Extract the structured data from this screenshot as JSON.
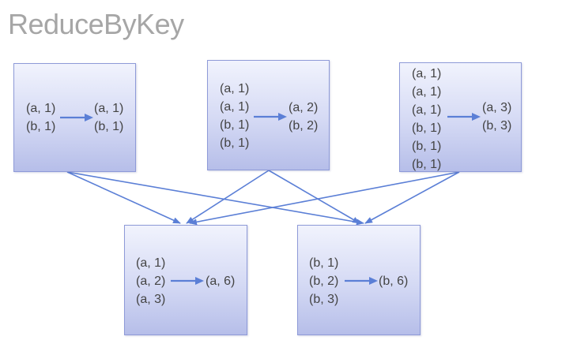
{
  "title": "ReduceByKey",
  "colors": {
    "arrow": "#5b7fd6",
    "title": "#a6a6a6",
    "text": "#444444"
  },
  "partitions": [
    {
      "input": [
        "(a, 1)",
        "(b, 1)"
      ],
      "output": [
        "(a, 1)",
        "(b, 1)"
      ]
    },
    {
      "input": [
        "(a, 1)",
        "(a, 1)",
        "(b, 1)",
        "(b, 1)"
      ],
      "output": [
        "(a, 2)",
        "(b, 2)"
      ]
    },
    {
      "input": [
        "(a, 1)",
        "(a, 1)",
        "(a, 1)",
        "(b, 1)",
        "(b, 1)",
        "(b, 1)"
      ],
      "output": [
        "(a, 3)",
        "(b, 3)"
      ]
    }
  ],
  "reducers": [
    {
      "input": [
        "(a, 1)",
        "(a, 2)",
        "(a, 3)"
      ],
      "output": [
        "(a, 6)"
      ]
    },
    {
      "input": [
        "(b, 1)",
        "(b, 2)",
        "(b, 3)"
      ],
      "output": [
        "(b, 6)"
      ]
    }
  ]
}
